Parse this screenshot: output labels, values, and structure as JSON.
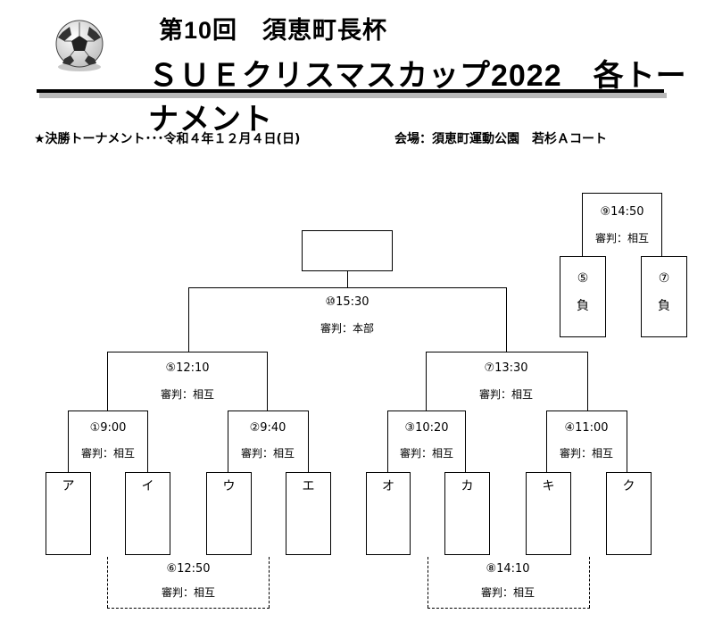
{
  "header": {
    "line1": "第10回　須恵町長杯",
    "line2": "ＳＵＥクリスマスカップ2022　各トーナメント",
    "ball_icon": "soccer-ball-icon"
  },
  "info": {
    "title": "★決勝トーナメント･･･令和４年１２月４日(日)",
    "venue": "会場：須恵町運動公園　若杉Ａコート"
  },
  "matches": {
    "final": {
      "time": "⑩15:30",
      "referee": "審判：本部"
    },
    "semi_left": {
      "time": "⑤12:10",
      "referee": "審判：相互"
    },
    "semi_right": {
      "time": "⑦13:30",
      "referee": "審判：相互"
    },
    "m1": {
      "time": "①9:00",
      "referee": "審判：相互"
    },
    "m2": {
      "time": "②9:40",
      "referee": "審判：相互"
    },
    "m3": {
      "time": "③10:20",
      "referee": "審判：相互"
    },
    "m4": {
      "time": "④11:00",
      "referee": "審判：相互"
    },
    "m6": {
      "time": "⑥12:50",
      "referee": "審判：相互"
    },
    "m8": {
      "time": "⑧14:10",
      "referee": "審判：相互"
    },
    "m9": {
      "time": "⑨14:50",
      "referee": "審判：相互"
    }
  },
  "teams": [
    "ア",
    "イ",
    "ウ",
    "エ",
    "オ",
    "カ",
    "キ",
    "ク"
  ],
  "third_place": {
    "left": {
      "num": "⑤",
      "label": "負"
    },
    "right": {
      "num": "⑦",
      "label": "負"
    }
  }
}
